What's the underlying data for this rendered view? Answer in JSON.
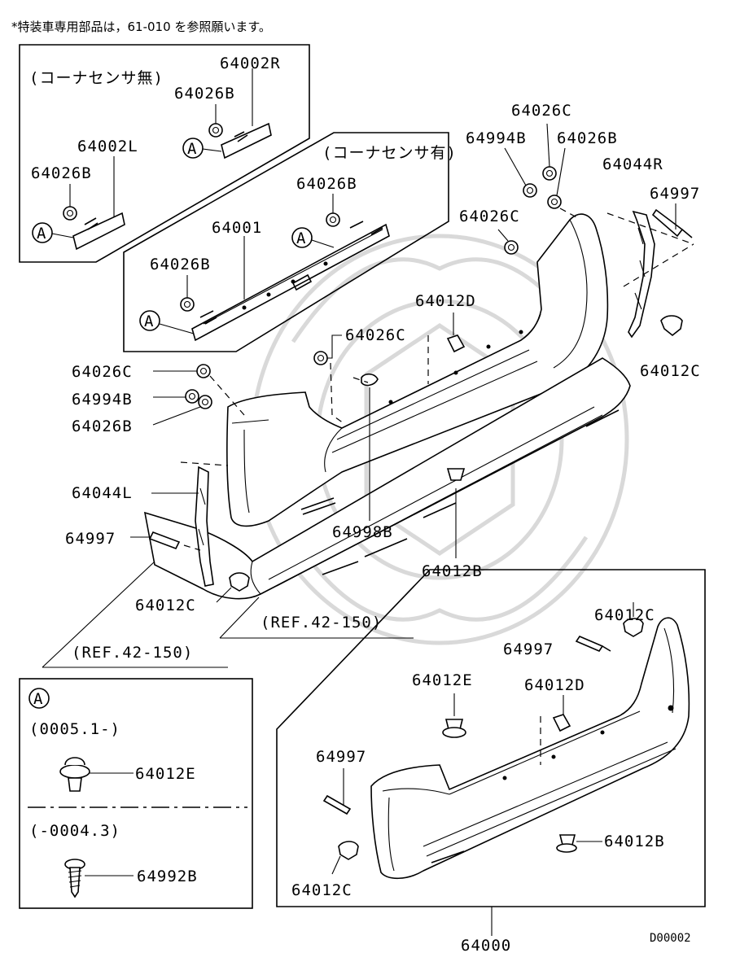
{
  "header_note": "*特装車専用部品は，61-010 を参照願います。",
  "box_no_sensor": {
    "title": "(コーナセンサ無)"
  },
  "box_with_sensor": {
    "title": "(コーナセンサ有)"
  },
  "callout_letter": "A",
  "part_labels": {
    "p64002R": "64002R",
    "p64026B_a": "64026B",
    "p64002L": "64002L",
    "p64026B_b": "64026B",
    "p64026B_c": "64026B",
    "p64001": "64001",
    "p64026B_d": "64026B",
    "p64026C_a": "64026C",
    "p64994B_a": "64994B",
    "p64026B_e": "64026B",
    "p64044R": "64044R",
    "p64997_a": "64997",
    "p64026C_b": "64026C",
    "p64012D_a": "64012D",
    "p64026C_c": "64026C",
    "p64012C_a": "64012C",
    "p64026C_d": "64026C",
    "p64994B_b": "64994B",
    "p64026B_f": "64026B",
    "p64044L": "64044L",
    "p64997_b": "64997",
    "p64998B": "64998B",
    "p64012B_a": "64012B",
    "p64012C_b": "64012C",
    "ref_a": "(REF.42-150)",
    "ref_b": "(REF.42-150)",
    "p64012C_c": "64012C",
    "p64997_c": "64997",
    "p64012E_a": "64012E",
    "p64012D_b": "64012D",
    "p64997_d": "64997",
    "p64012B_b": "64012B",
    "p64012C_d": "64012C",
    "p64000": "64000"
  },
  "legend": {
    "letter": "A",
    "range_new": "(0005.1-)",
    "part_new": "64012E",
    "range_old": "(-0004.3)",
    "part_old": "64992B"
  },
  "diagram_code": "D00002"
}
